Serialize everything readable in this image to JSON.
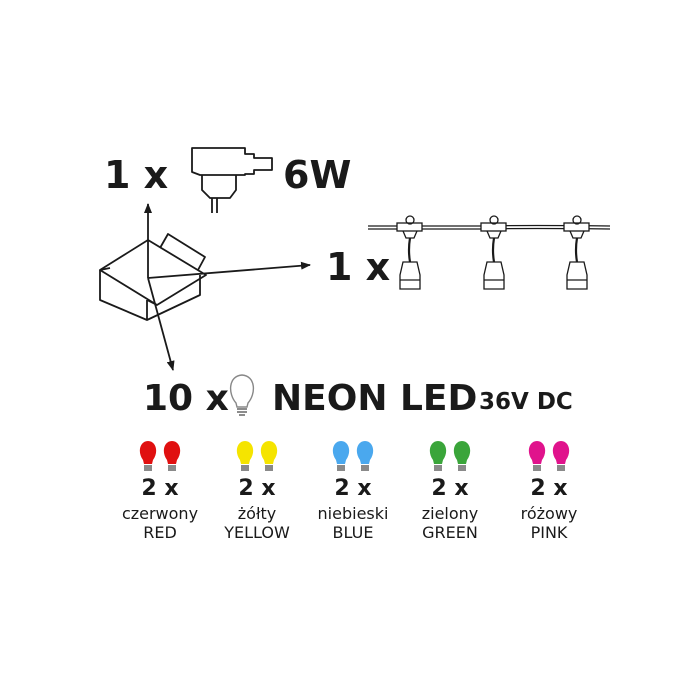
{
  "adapter": {
    "quantity": "1 x",
    "power": "6W",
    "icon": "power-adapter-icon"
  },
  "string_lights": {
    "quantity": "1 x",
    "icon": "string-light-icon",
    "sockets_shown": 3
  },
  "box": {
    "icon": "box-icon"
  },
  "bulbs": {
    "quantity": "10 x",
    "label": "NEON LED",
    "voltage": "36V DC",
    "icon": "light-bulb-icon",
    "colors": [
      {
        "count": "2 x",
        "name_pl": "czerwony",
        "name_en": "RED",
        "color": "#e01010"
      },
      {
        "count": "2 x",
        "name_pl": "żółty",
        "name_en": "YELLOW",
        "color": "#f5e400"
      },
      {
        "count": "2 x",
        "name_pl": "niebieski",
        "name_en": "BLUE",
        "color": "#4aa8ee"
      },
      {
        "count": "2 x",
        "name_pl": "zielony",
        "name_en": "GREEN",
        "color": "#3aa53a"
      },
      {
        "count": "2 x",
        "name_pl": "różowy",
        "name_en": "PINK",
        "color": "#e0138c"
      }
    ]
  }
}
